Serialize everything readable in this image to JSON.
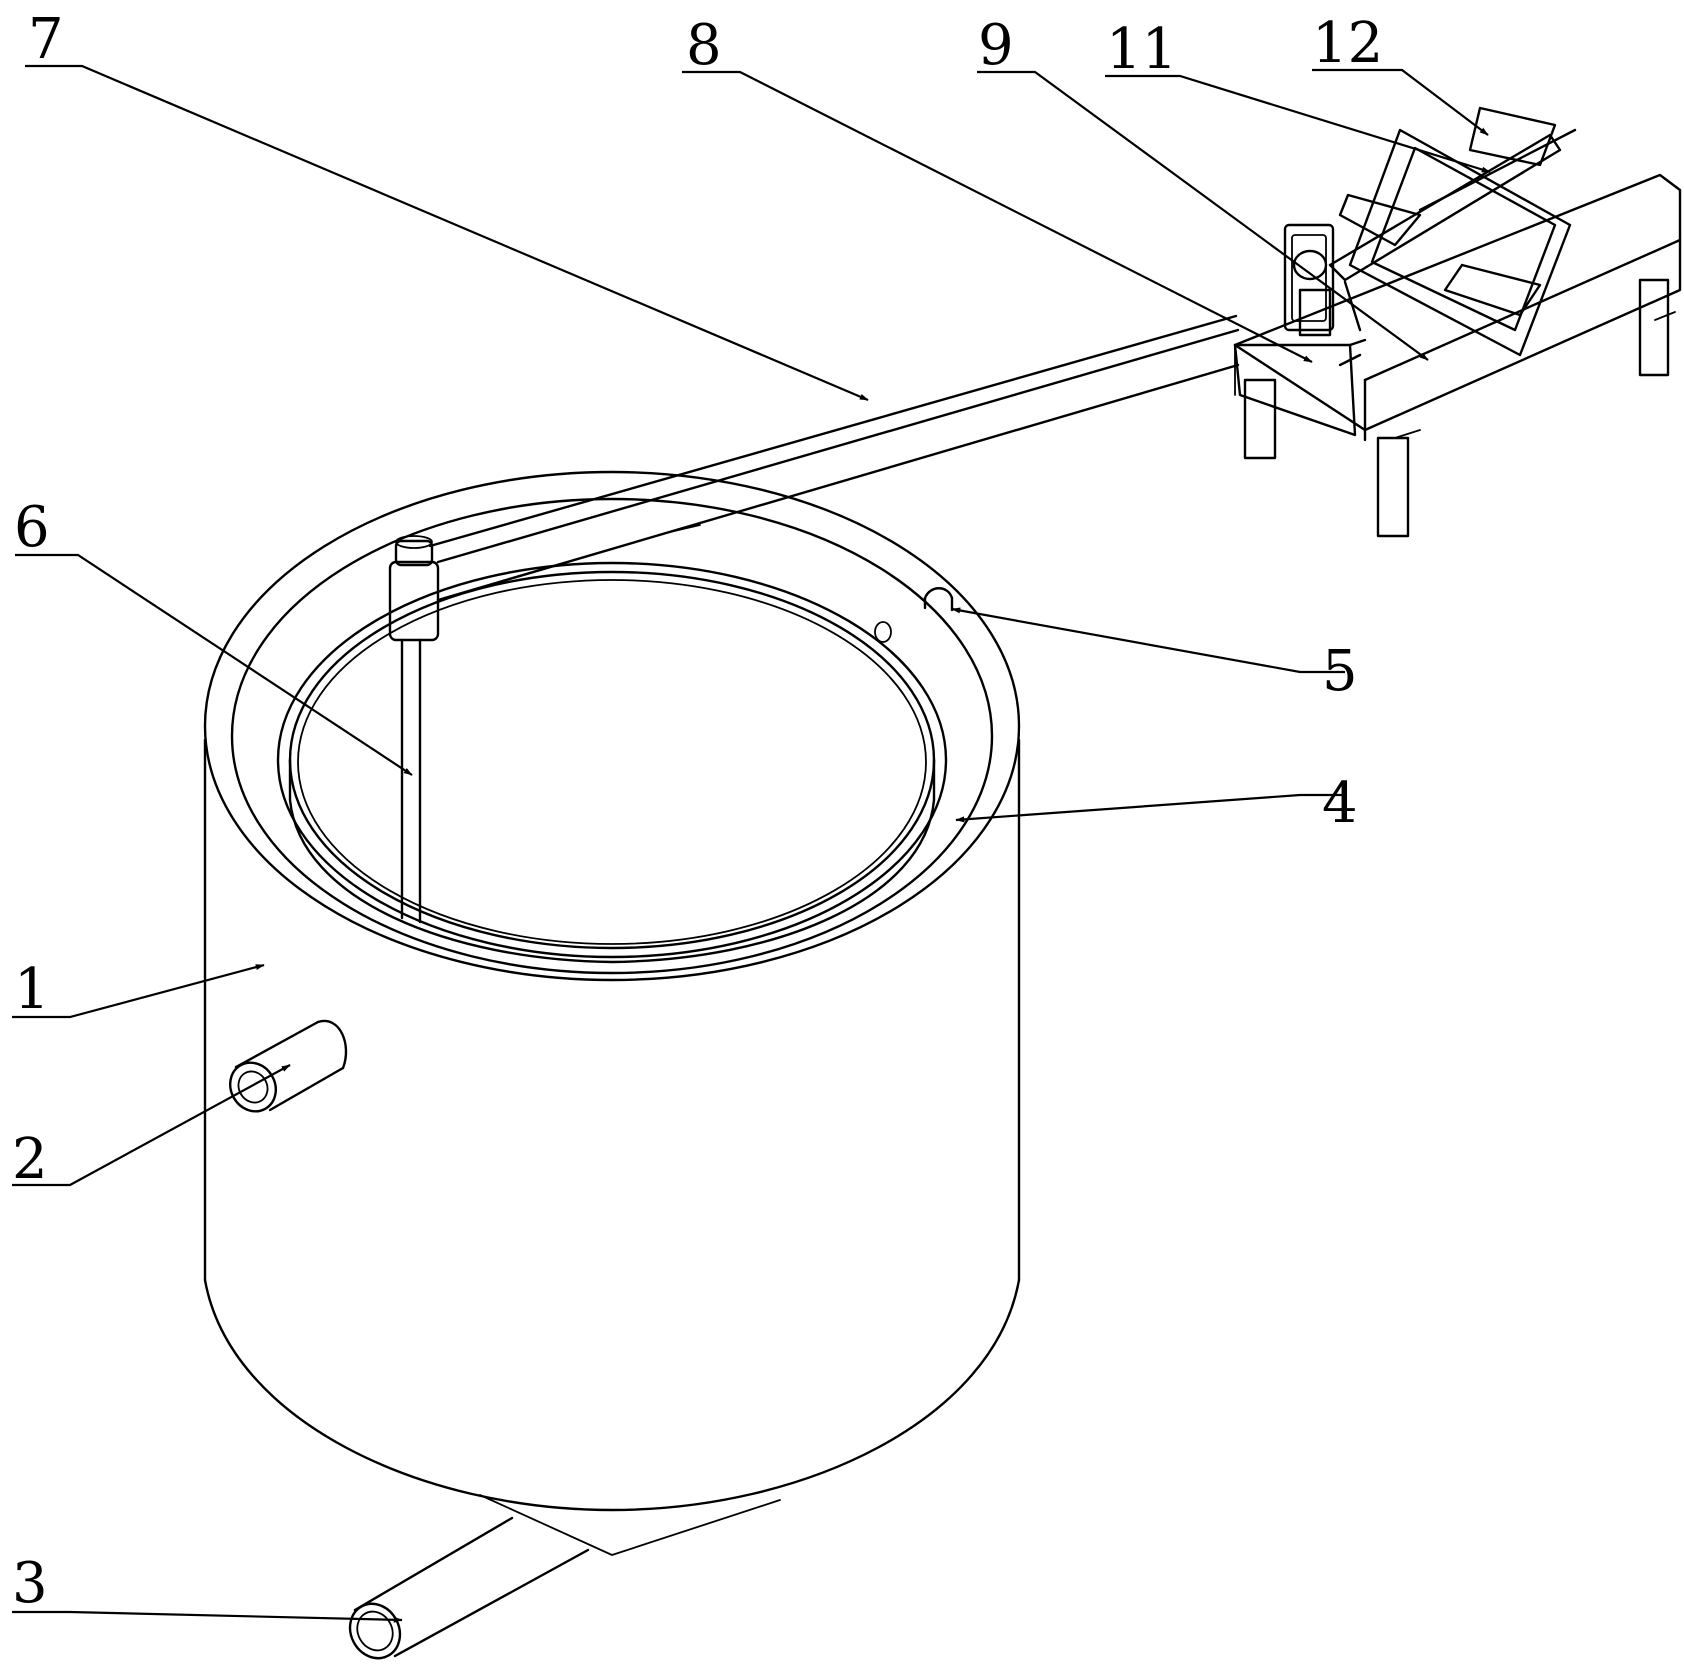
{
  "labels": {
    "n1": "1",
    "n2": "2",
    "n3": "3",
    "n4": "4",
    "n5": "5",
    "n6": "6",
    "n7": "7",
    "n8": "8",
    "n9": "9",
    "n11": "11",
    "n12": "12"
  }
}
